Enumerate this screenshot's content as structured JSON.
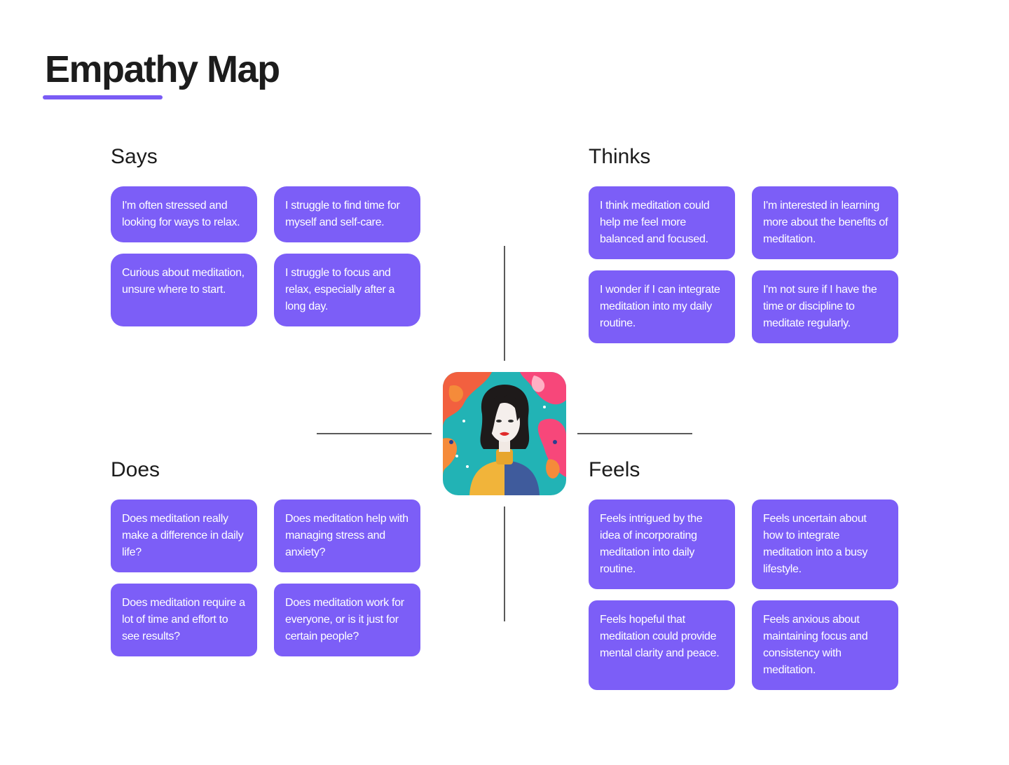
{
  "title": "Empathy Map",
  "colors": {
    "accent": "#7a5cf5",
    "card": "#7c5ef7",
    "card_text": "#ffffff"
  },
  "center": {
    "avatar": "persona-illustration"
  },
  "quadrants": {
    "says": {
      "title": "Says",
      "items": [
        "I'm often stressed and looking for ways to relax.",
        "I struggle to find time for myself and self-care.",
        "Curious about meditation, unsure where to start.",
        "I struggle to focus and relax, especially after a long day."
      ]
    },
    "thinks": {
      "title": "Thinks",
      "items": [
        "I think meditation could help me feel more balanced and focused.",
        "I'm interested in learning more about the benefits of meditation.",
        "I wonder if I can integrate meditation into my daily routine.",
        "I'm not sure if I have the time or discipline to meditate regularly."
      ]
    },
    "does": {
      "title": "Does",
      "items": [
        "Does meditation really make a difference in daily life?",
        "Does meditation help with managing stress and anxiety?",
        "Does meditation require a lot of time and effort to see results?",
        "Does meditation work for everyone, or is it just for certain people?"
      ]
    },
    "feels": {
      "title": "Feels",
      "items": [
        "Feels intrigued by the idea of incorporating meditation into daily routine.",
        "Feels uncertain about how to integrate meditation into a busy lifestyle.",
        "Feels hopeful that meditation could provide mental clarity and peace.",
        "Feels anxious about maintaining focus and consistency with meditation."
      ]
    }
  }
}
